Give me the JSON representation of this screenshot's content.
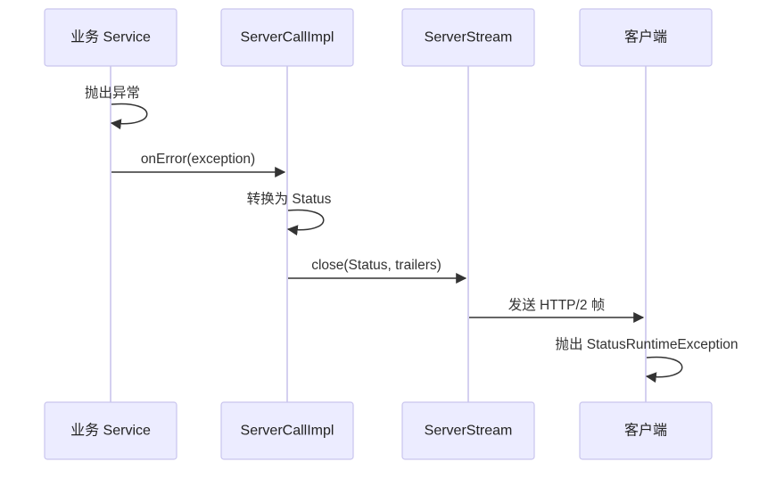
{
  "colors": {
    "actor_fill": "#ECECFF",
    "actor_border": "#C9C5EE",
    "lifeline": "#CFCBEF",
    "message": "#333333"
  },
  "participants": [
    {
      "label": "业务 Service"
    },
    {
      "label": "ServerCallImpl"
    },
    {
      "label": "ServerStream"
    },
    {
      "label": "客户端"
    }
  ],
  "messages": [
    {
      "from": 0,
      "to": 0,
      "label": "抛出异常"
    },
    {
      "from": 0,
      "to": 1,
      "label": "onError(exception)"
    },
    {
      "from": 1,
      "to": 1,
      "label": "转换为 Status"
    },
    {
      "from": 1,
      "to": 2,
      "label": "close(Status, trailers)"
    },
    {
      "from": 2,
      "to": 3,
      "label": "发送 HTTP/2 帧"
    },
    {
      "from": 3,
      "to": 3,
      "label": "抛出 StatusRuntimeException"
    }
  ]
}
